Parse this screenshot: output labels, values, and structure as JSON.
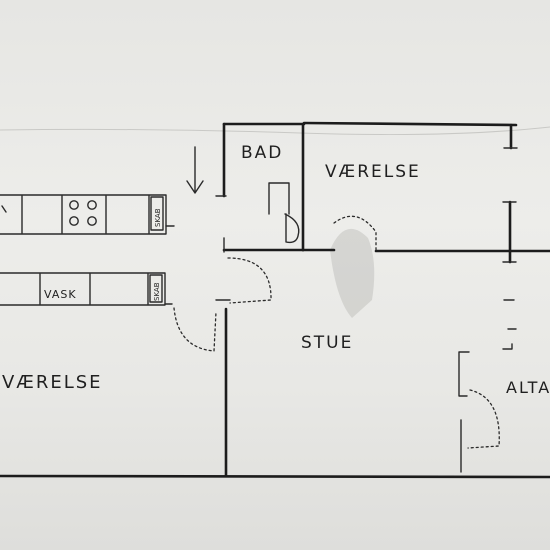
{
  "rooms": {
    "bathroom": "BAD",
    "bedroom_top": "VÆRELSE",
    "living_room": "STUE",
    "bedroom_left": "VÆRELSE",
    "balcony": "ALTA"
  },
  "fixtures": {
    "sink_label": "VASK",
    "cabinet_top_label": "SKAB",
    "cabinet_bottom_label": "SKAB"
  }
}
